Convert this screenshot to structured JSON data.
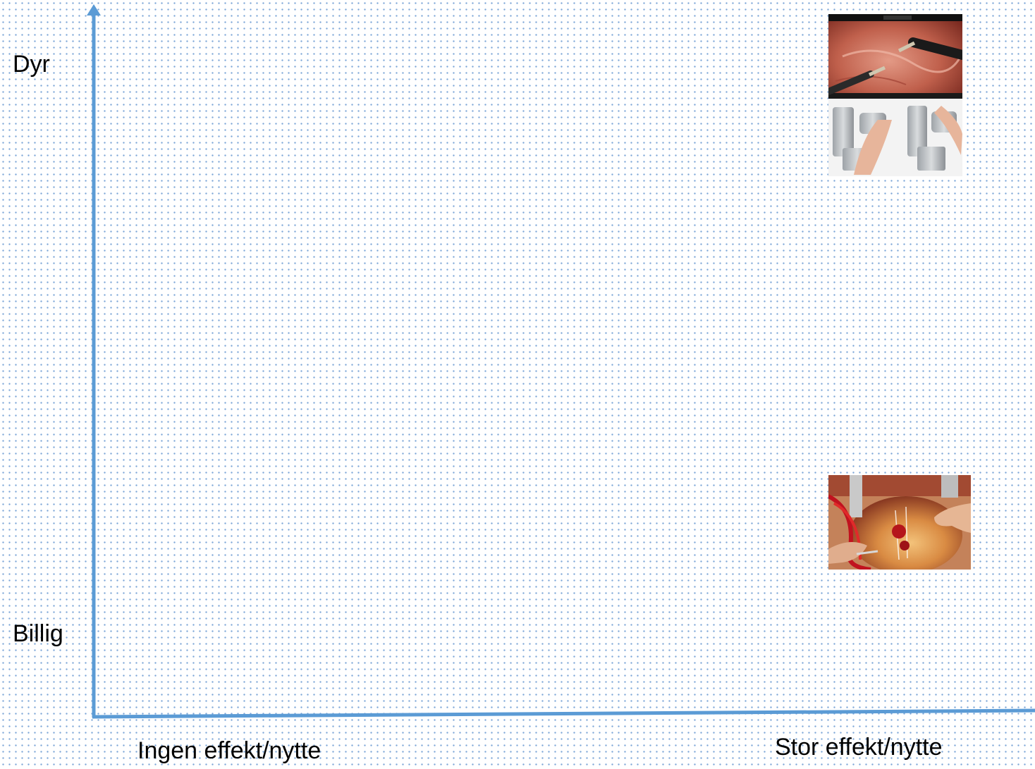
{
  "axes": {
    "y_top_label": "Dyr",
    "y_bottom_label": "Billig",
    "x_left_label": "Ingen effekt/nytte",
    "x_right_label": "Stor effekt/nytte",
    "axis_color": "#5b9bd5"
  },
  "images": [
    {
      "name": "robotic-surgery-photo",
      "region": "top-right"
    },
    {
      "name": "open-heart-surgery-photo",
      "region": "bottom-right"
    }
  ]
}
